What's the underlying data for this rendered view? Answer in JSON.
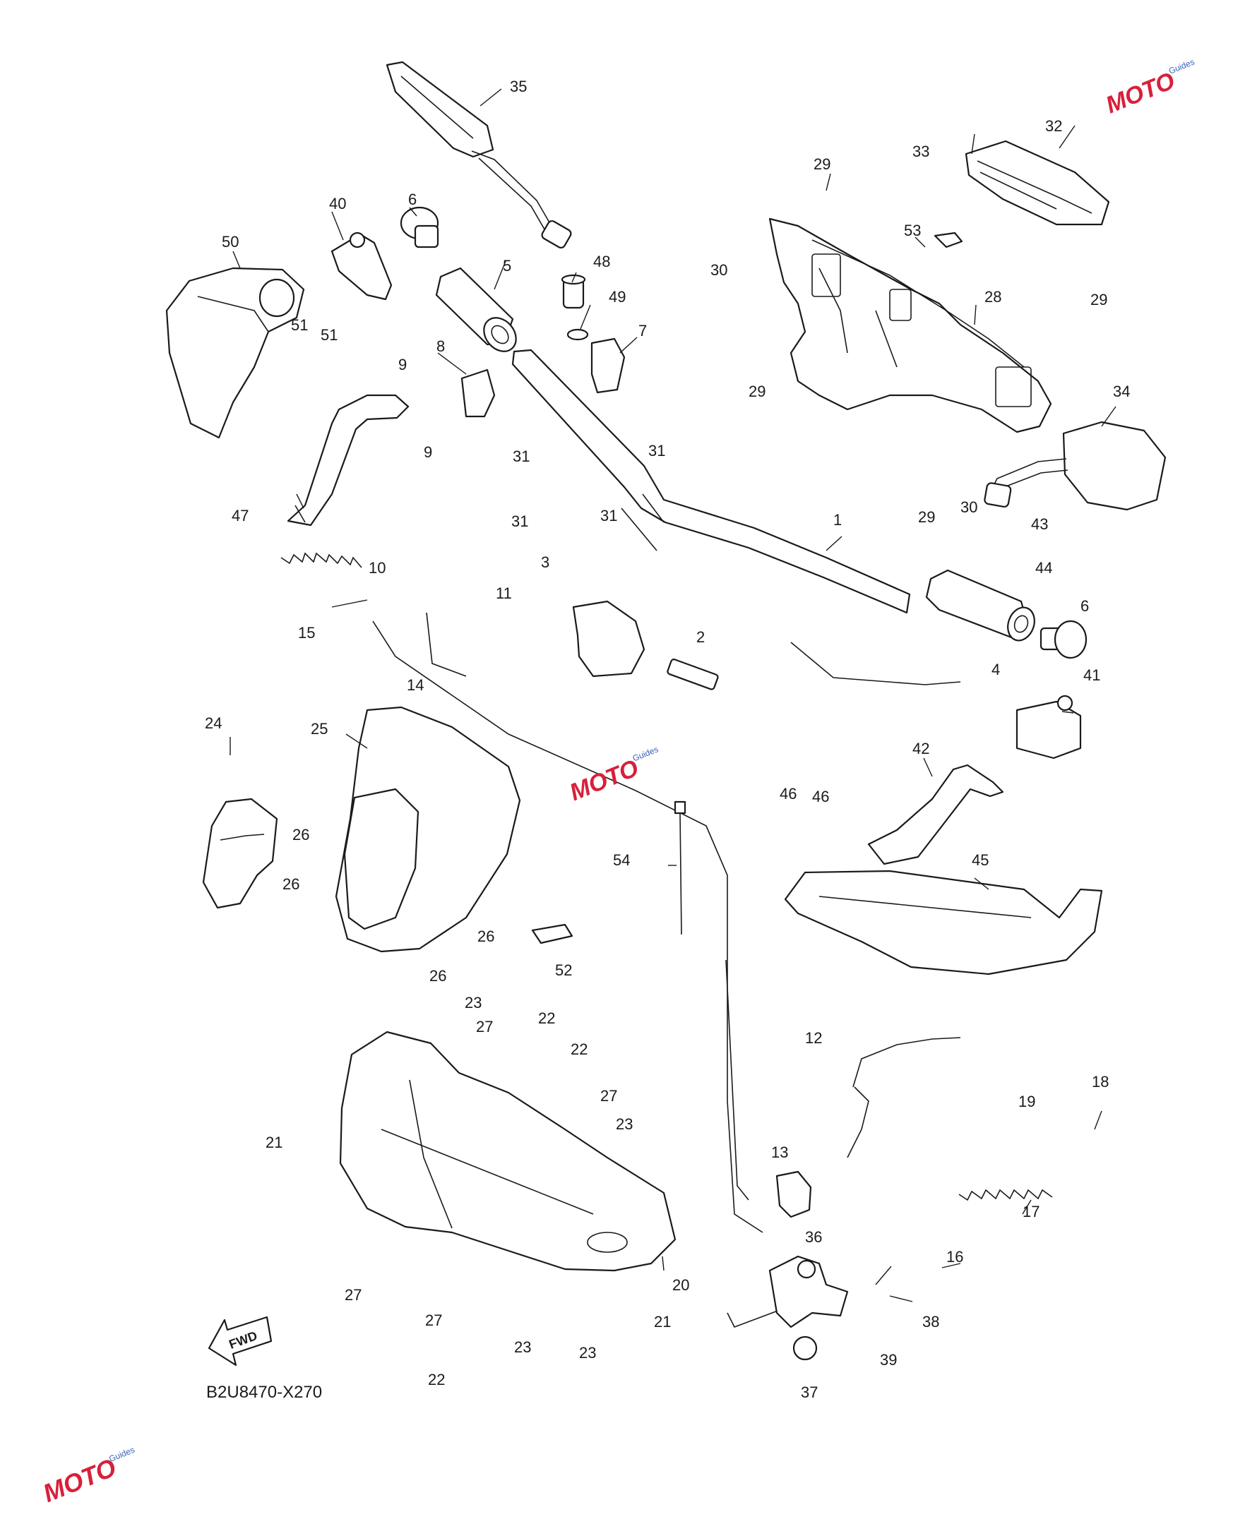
{
  "diagram_code": "B2U8470-X270",
  "fwd_label": "FWD",
  "watermark": {
    "brand": "MOTO",
    "sub": "Guides",
    "color_a": "#d8203a",
    "color_b": "#3a63b8"
  },
  "callouts": [
    "1",
    "2",
    "3",
    "4",
    "5",
    "6",
    "6",
    "7",
    "8",
    "9",
    "9",
    "10",
    "11",
    "12",
    "13",
    "14",
    "15",
    "16",
    "17",
    "18",
    "19",
    "20",
    "21",
    "21",
    "22",
    "22",
    "22",
    "23",
    "23",
    "23",
    "23",
    "23",
    "24",
    "25",
    "26",
    "26",
    "26",
    "26",
    "27",
    "27",
    "27",
    "27",
    "27",
    "28",
    "29",
    "29",
    "29",
    "29",
    "30",
    "30",
    "31",
    "31",
    "31",
    "31",
    "32",
    "33",
    "34",
    "35",
    "36",
    "37",
    "38",
    "39",
    "40",
    "41",
    "42",
    "43",
    "44",
    "45",
    "46",
    "46",
    "47",
    "48",
    "49",
    "50",
    "51",
    "51",
    "52",
    "53",
    "54"
  ]
}
